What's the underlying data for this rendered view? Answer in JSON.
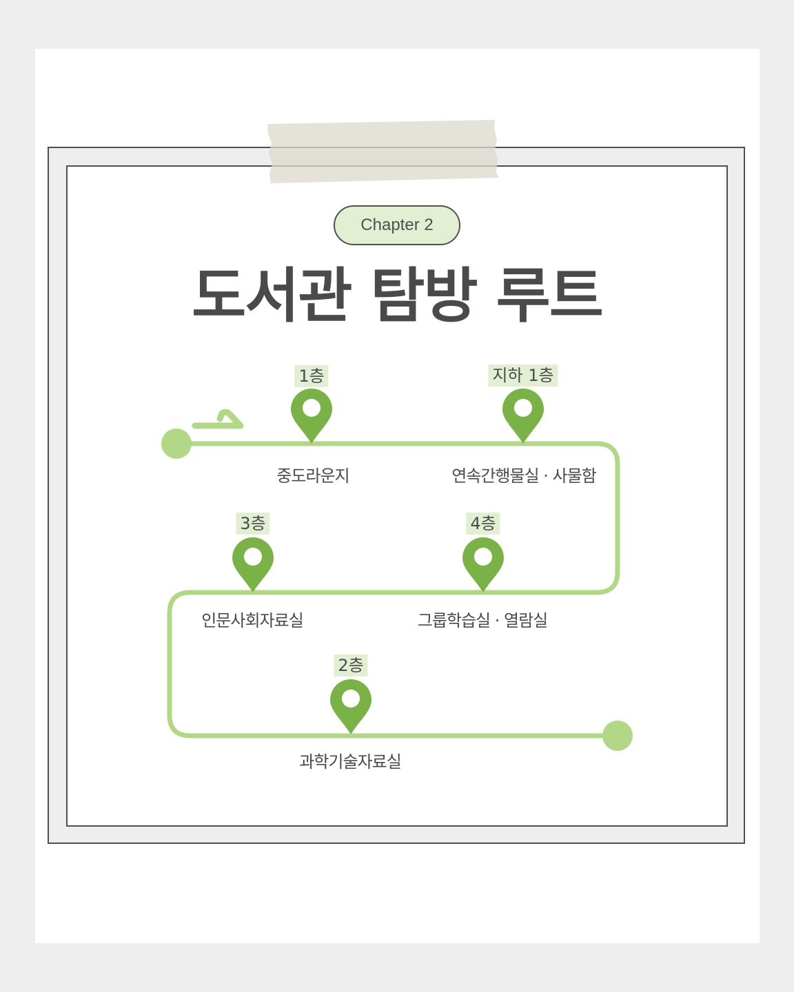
{
  "chip_label": "Chapter 2",
  "title": "도서관 탐방 루트",
  "colors": {
    "route": "#b2d787",
    "pin": "#7ab247",
    "chip_bg": "#e3efd3",
    "border": "#4f4f4f",
    "text": "#4a4a4a"
  },
  "stops": [
    {
      "floor": "1층",
      "place": "중도라운지"
    },
    {
      "floor": "지하 1층",
      "place": "연속간행물실 · 사물함"
    },
    {
      "floor": "4층",
      "place": "그룹학습실 · 열람실"
    },
    {
      "floor": "3층",
      "place": "인문사회자료실"
    },
    {
      "floor": "2층",
      "place": "과학기술자료실"
    }
  ]
}
